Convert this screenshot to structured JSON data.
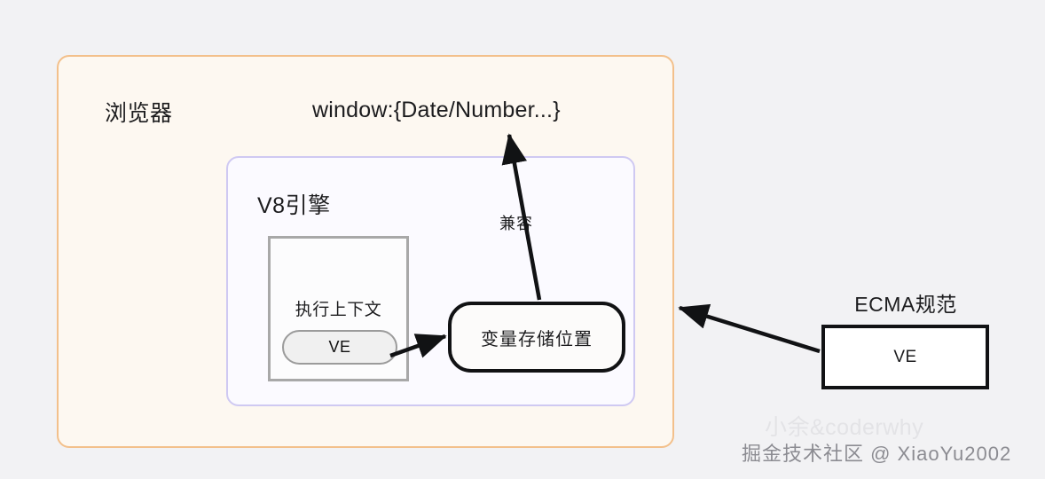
{
  "diagram": {
    "background_color": "#f2f2f4",
    "browser": {
      "label": "浏览器",
      "border_color": "#f3c08b",
      "fill_color": "#fdf8f1",
      "window_text": "window:{Date/Number...}"
    },
    "v8": {
      "label": "V8引擎",
      "border_color": "#cfc9f2",
      "fill_color": "#fbfaff"
    },
    "execution_context": {
      "label": "执行上下文",
      "border_color": "#a8a8a8",
      "inner_item": "VE"
    },
    "variable_storage": {
      "label": "变量存储位置",
      "border_color": "#111214"
    },
    "arrows": [
      {
        "name": "ve-to-varstore",
        "label": ""
      },
      {
        "name": "varstore-to-window",
        "label": "兼容"
      },
      {
        "name": "ecma-to-browser",
        "label": ""
      }
    ],
    "compat_label": "兼容",
    "ecma": {
      "label": "ECMA规范",
      "inner_item": "VE",
      "border_color": "#111214"
    },
    "watermark": {
      "faint": "小余&coderwhy",
      "main": "掘金技术社区 @ XiaoYu2002"
    }
  }
}
